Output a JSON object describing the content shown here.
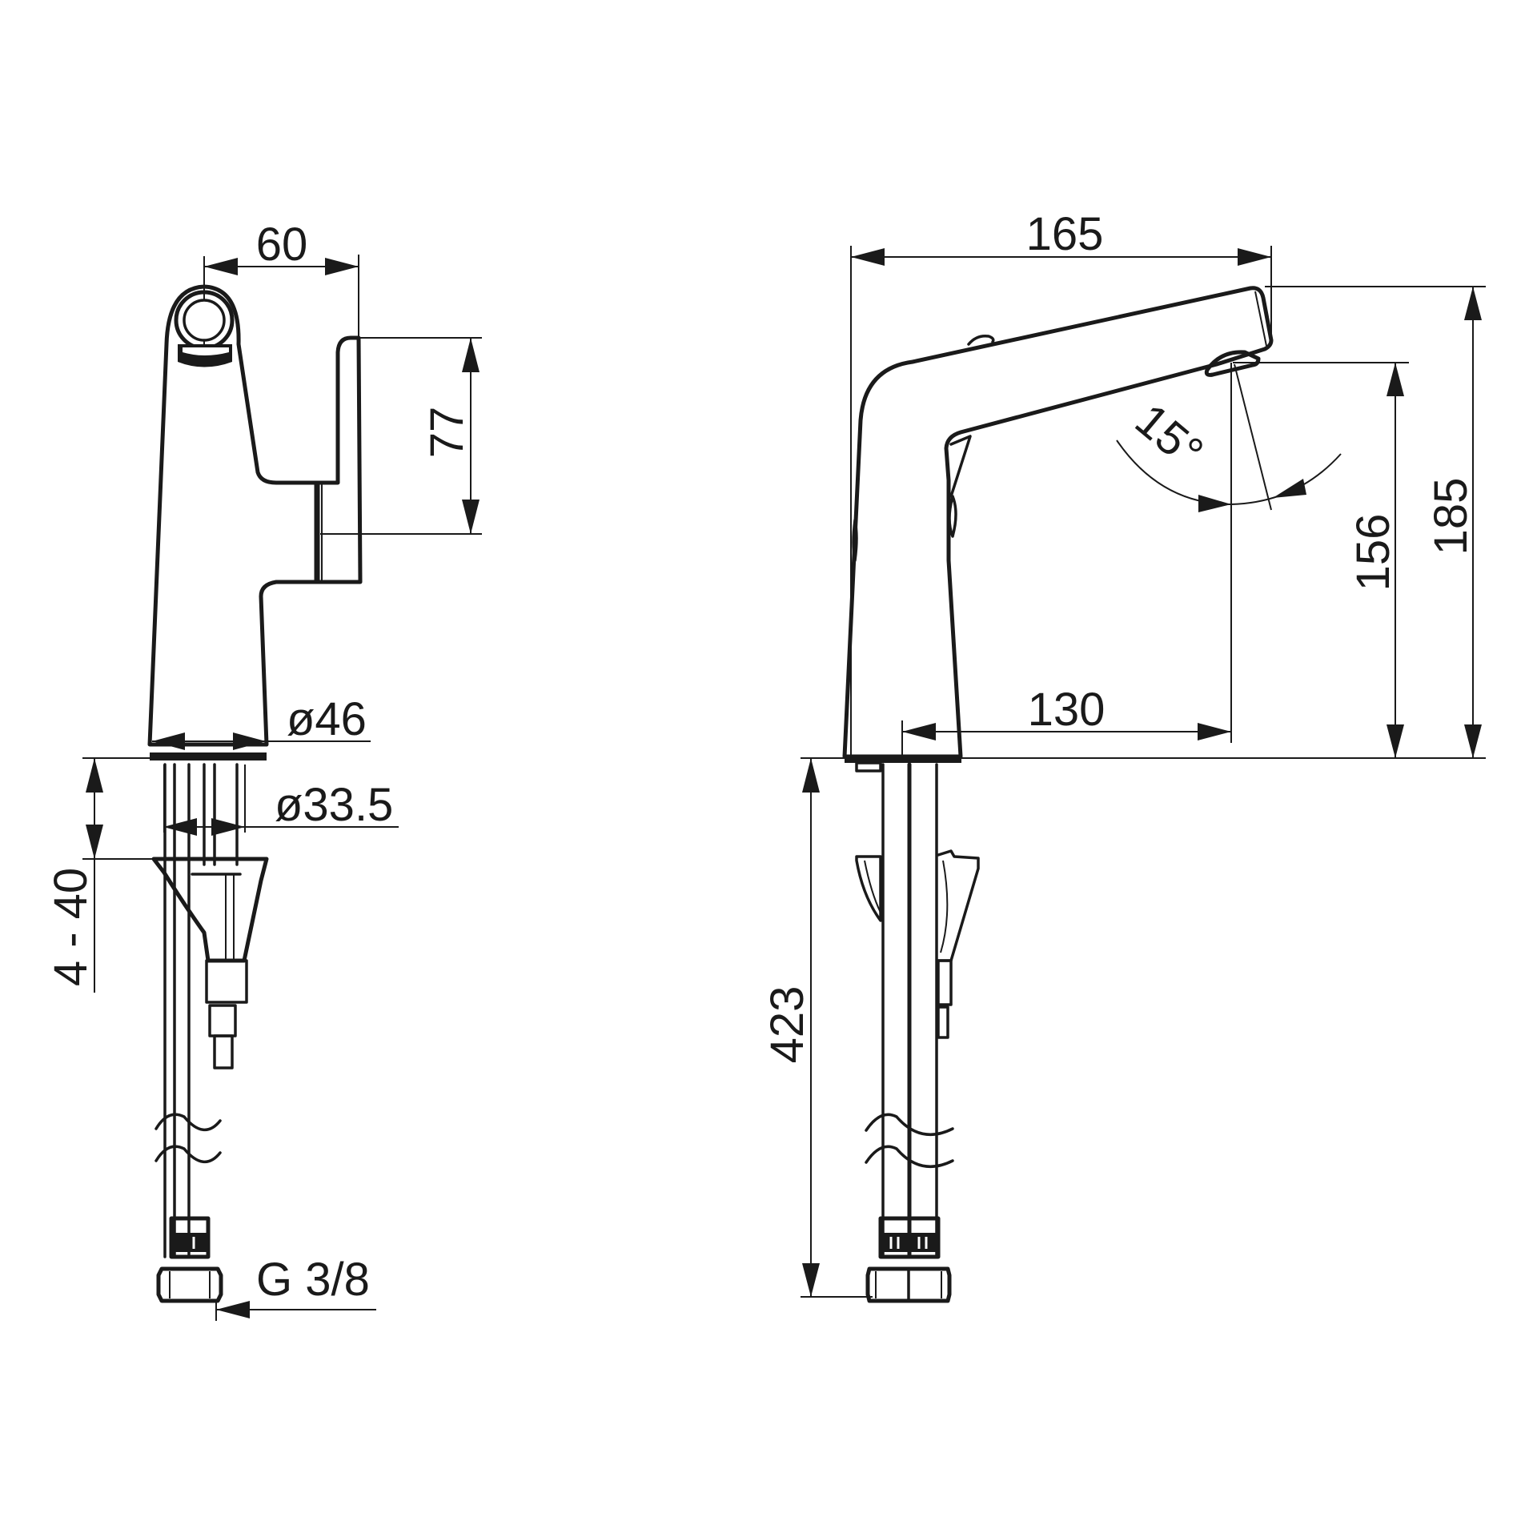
{
  "drawing": {
    "type": "technical dimension drawing",
    "subject": "single-lever basin faucet",
    "line_color": "#1a1a1a",
    "background": "#ffffff"
  },
  "side_view": {
    "dimensions": {
      "lever_depth": "60",
      "lever_height": "77",
      "base_diameter": "ø46",
      "shank_diameter": "ø33.5",
      "counter_thickness": "4 - 40",
      "connection_thread": "G 3/8"
    }
  },
  "front_view": {
    "dimensions": {
      "overall_width": "165",
      "overall_height": "185",
      "spout_height": "156",
      "spout_reach": "130",
      "hose_length": "423",
      "swivel_angle": "15°"
    }
  }
}
